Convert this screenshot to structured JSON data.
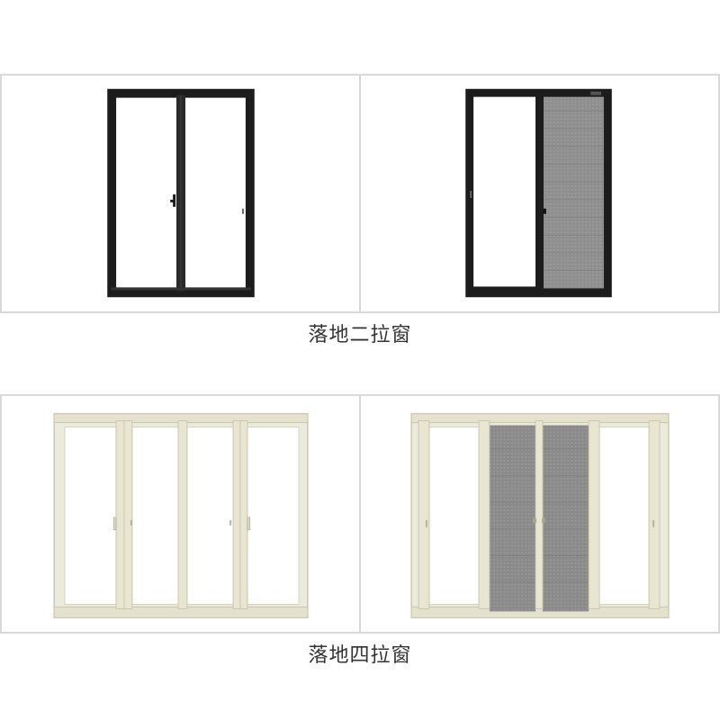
{
  "sections": [
    {
      "caption": "落地二拉窗"
    },
    {
      "caption": "落地四拉窗"
    }
  ],
  "colors": {
    "panel_border": "#d9d9d9",
    "black_frame": "#1c1c1c",
    "cream_frame": "#ecebdb",
    "cream_frame_shade": "#c9c7b0",
    "screen_mesh": "#8c8c8c",
    "caption_text": "#333333"
  },
  "icons": {
    "window_1": "black-two-panel-sliding-window",
    "window_2": "black-two-panel-sliding-window-with-screen",
    "window_3": "cream-four-panel-sliding-window",
    "window_4": "cream-four-panel-sliding-window-with-screens"
  }
}
